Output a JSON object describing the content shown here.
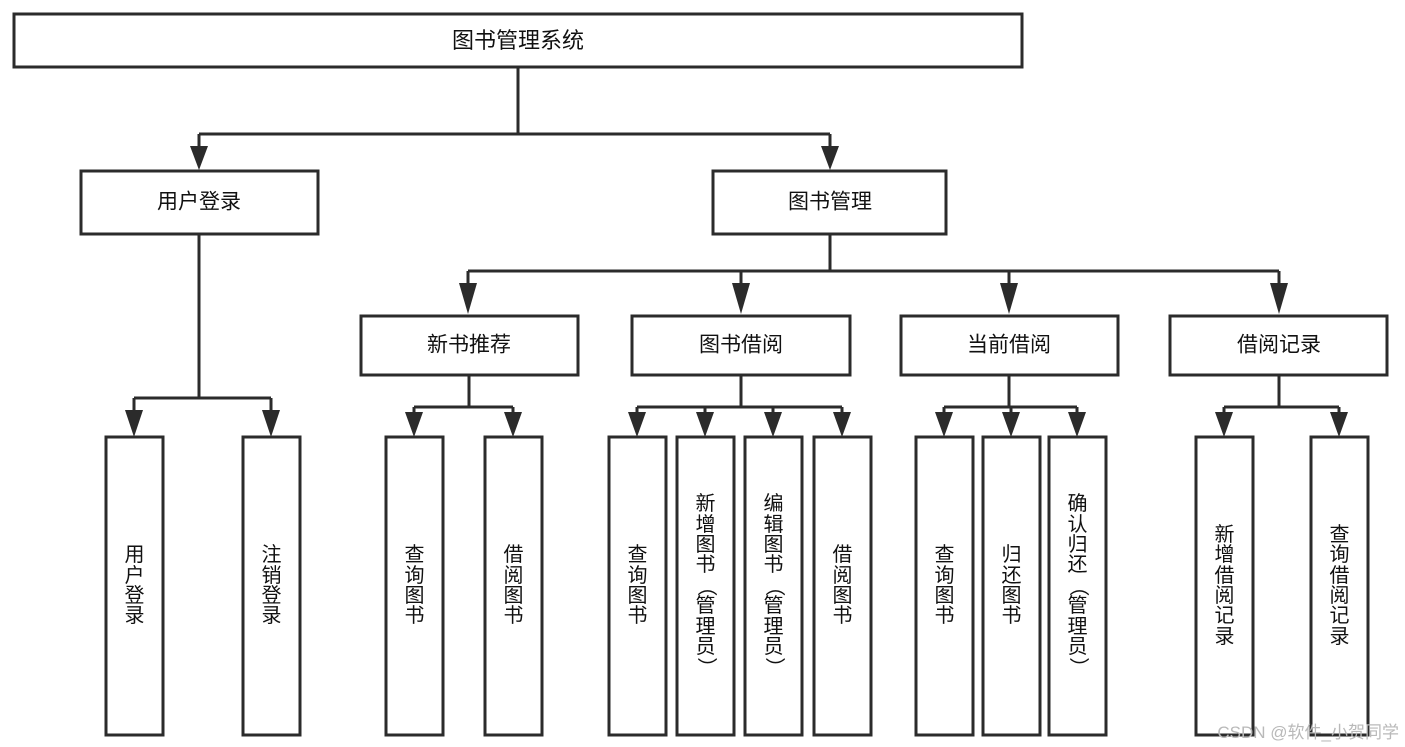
{
  "diagram": {
    "type": "hierarchy-tree",
    "title": "图书管理系统",
    "watermark": "CSDN @软件_小贺同学",
    "root": {
      "label": "图书管理系统"
    },
    "level2": [
      {
        "id": "user-login",
        "label": "用户登录"
      },
      {
        "id": "book-management",
        "label": "图书管理"
      }
    ],
    "level3": [
      {
        "id": "new-book-recommend",
        "label": "新书推荐",
        "parent": "book-management"
      },
      {
        "id": "book-borrow",
        "label": "图书借阅",
        "parent": "book-management"
      },
      {
        "id": "current-borrow",
        "label": "当前借阅",
        "parent": "book-management"
      },
      {
        "id": "borrow-record",
        "label": "借阅记录",
        "parent": "book-management"
      }
    ],
    "leaves": [
      {
        "id": "leaf-user-login",
        "label": "用户登录",
        "parent": "user-login"
      },
      {
        "id": "leaf-logout-login",
        "label": "注销登录",
        "parent": "user-login"
      },
      {
        "id": "leaf-query-book-1",
        "label": "查询图书",
        "parent": "new-book-recommend"
      },
      {
        "id": "leaf-borrow-book-1",
        "label": "借阅图书",
        "parent": "new-book-recommend"
      },
      {
        "id": "leaf-query-book-2",
        "label": "查询图书",
        "parent": "book-borrow"
      },
      {
        "id": "leaf-add-book",
        "label": "新增图书（管理员）",
        "parent": "book-borrow"
      },
      {
        "id": "leaf-edit-book",
        "label": "编辑图书（管理员）",
        "parent": "book-borrow"
      },
      {
        "id": "leaf-borrow-book-2",
        "label": "借阅图书",
        "parent": "book-borrow"
      },
      {
        "id": "leaf-query-book-3",
        "label": "查询图书",
        "parent": "current-borrow"
      },
      {
        "id": "leaf-return-book",
        "label": "归还图书",
        "parent": "current-borrow"
      },
      {
        "id": "leaf-confirm-return",
        "label": "确认归还（管理员）",
        "parent": "current-borrow"
      },
      {
        "id": "leaf-add-record",
        "label": "新增借阅记录",
        "parent": "borrow-record"
      },
      {
        "id": "leaf-query-record",
        "label": "查询借阅记录",
        "parent": "borrow-record"
      }
    ],
    "colors": {
      "stroke": "#2b2b2b",
      "fill": "#ffffff",
      "text": "#111111",
      "watermark": "#b9b9b9"
    }
  }
}
